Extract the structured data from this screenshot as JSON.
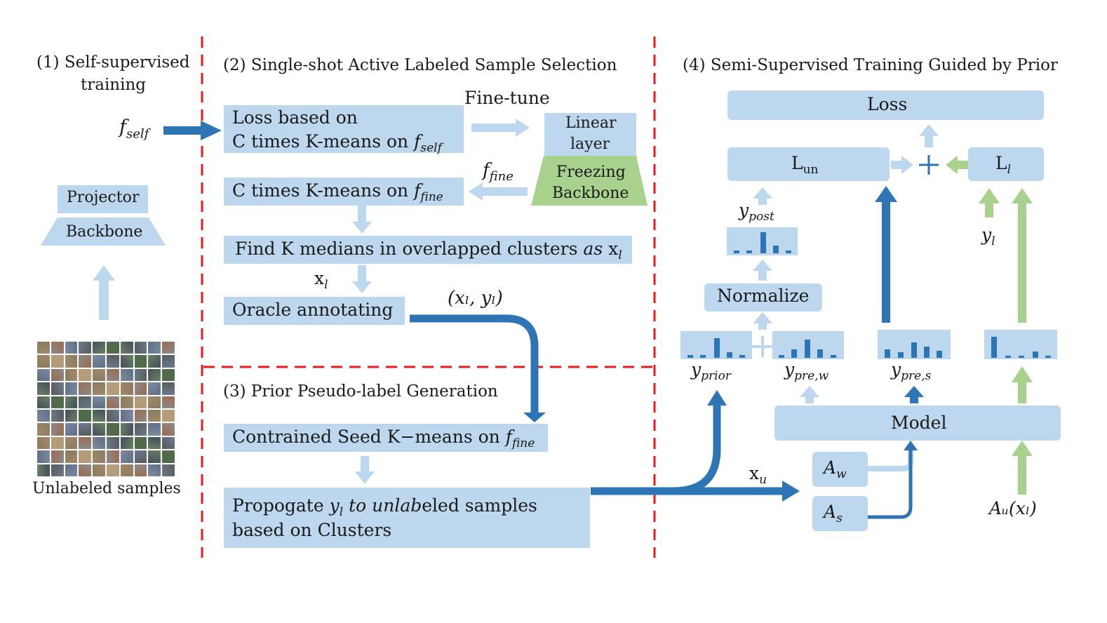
{
  "sections": {
    "s1": [
      "(1) Self-supervised",
      "training"
    ],
    "s2": "(2) Single-shot  Active Labeled Sample Selection",
    "s3": "(3) Prior Pseudo-label Generation",
    "s4": "(4) Semi-Supervised  Training Guided by Prior"
  },
  "part1": {
    "input_label": {
      "main": "f",
      "sub": "self"
    },
    "projector": "Projector",
    "backbone": "Backbone",
    "images_caption": "Unlabeled samples"
  },
  "part2": {
    "loss_box": [
      "Loss based on",
      "C times K-means on "
    ],
    "loss_box_sub": {
      "main": "f",
      "sub": "self"
    },
    "finetune": "Fine-tune",
    "linear": [
      "Linear",
      "layer"
    ],
    "freezing": [
      "Freezing",
      "Backbone"
    ],
    "ffine_label": {
      "main": "f",
      "sub": "fine"
    },
    "ckmeans_box": "C times K-means on ",
    "ckmeans_sub": {
      "main": "f",
      "sub": "fine"
    },
    "medians_box": "Find K medians in overlapped clusters ",
    "medians_as": "as",
    "medians_x": "x",
    "medians_x_sub": "l",
    "xl_label": {
      "main": "x",
      "sub": "l"
    },
    "oracle_box": "Oracle annotating",
    "pair_label": "(xₗ, yₗ)"
  },
  "part3": {
    "seed_box": "Contrained Seed K−means on ",
    "seed_sub": {
      "main": "f",
      "sub": "fine"
    },
    "prop_box_1a": "Propogate ",
    "prop_box_y": "y",
    "prop_box_y_sub": "l",
    "prop_box_1b": " to unlab",
    "prop_box_1c": "eled samples",
    "prop_box_2": "based on Clusters"
  },
  "part4": {
    "loss": "Loss",
    "lun": {
      "main": "L",
      "sub": "un"
    },
    "ll": {
      "main": "L",
      "sub": "l"
    },
    "plus_sign": "+",
    "ypost": {
      "main": "y",
      "sub": "post"
    },
    "normalize": "Normalize",
    "yprior": {
      "main": "y",
      "sub": "prior"
    },
    "yprew": {
      "main": "y",
      "sub": "pre,w"
    },
    "ypres": {
      "main": "y",
      "sub": "pre,s"
    },
    "yl": {
      "main": "y",
      "sub": "l"
    },
    "model": "Model",
    "xu": {
      "main": "x",
      "sub": "u"
    },
    "aw": {
      "main": "A",
      "sub": "w"
    },
    "as": {
      "main": "A",
      "sub": "s"
    },
    "awxl": "Aᵤ(xₗ)"
  },
  "colors": {
    "box": "#bdd7ee",
    "dark_arrow": "#2e75b6",
    "light_arrow": "#bdd7ee",
    "green_arrow": "#a9d18e",
    "green_box": "#a9d18e",
    "dash": "#e8191c"
  }
}
